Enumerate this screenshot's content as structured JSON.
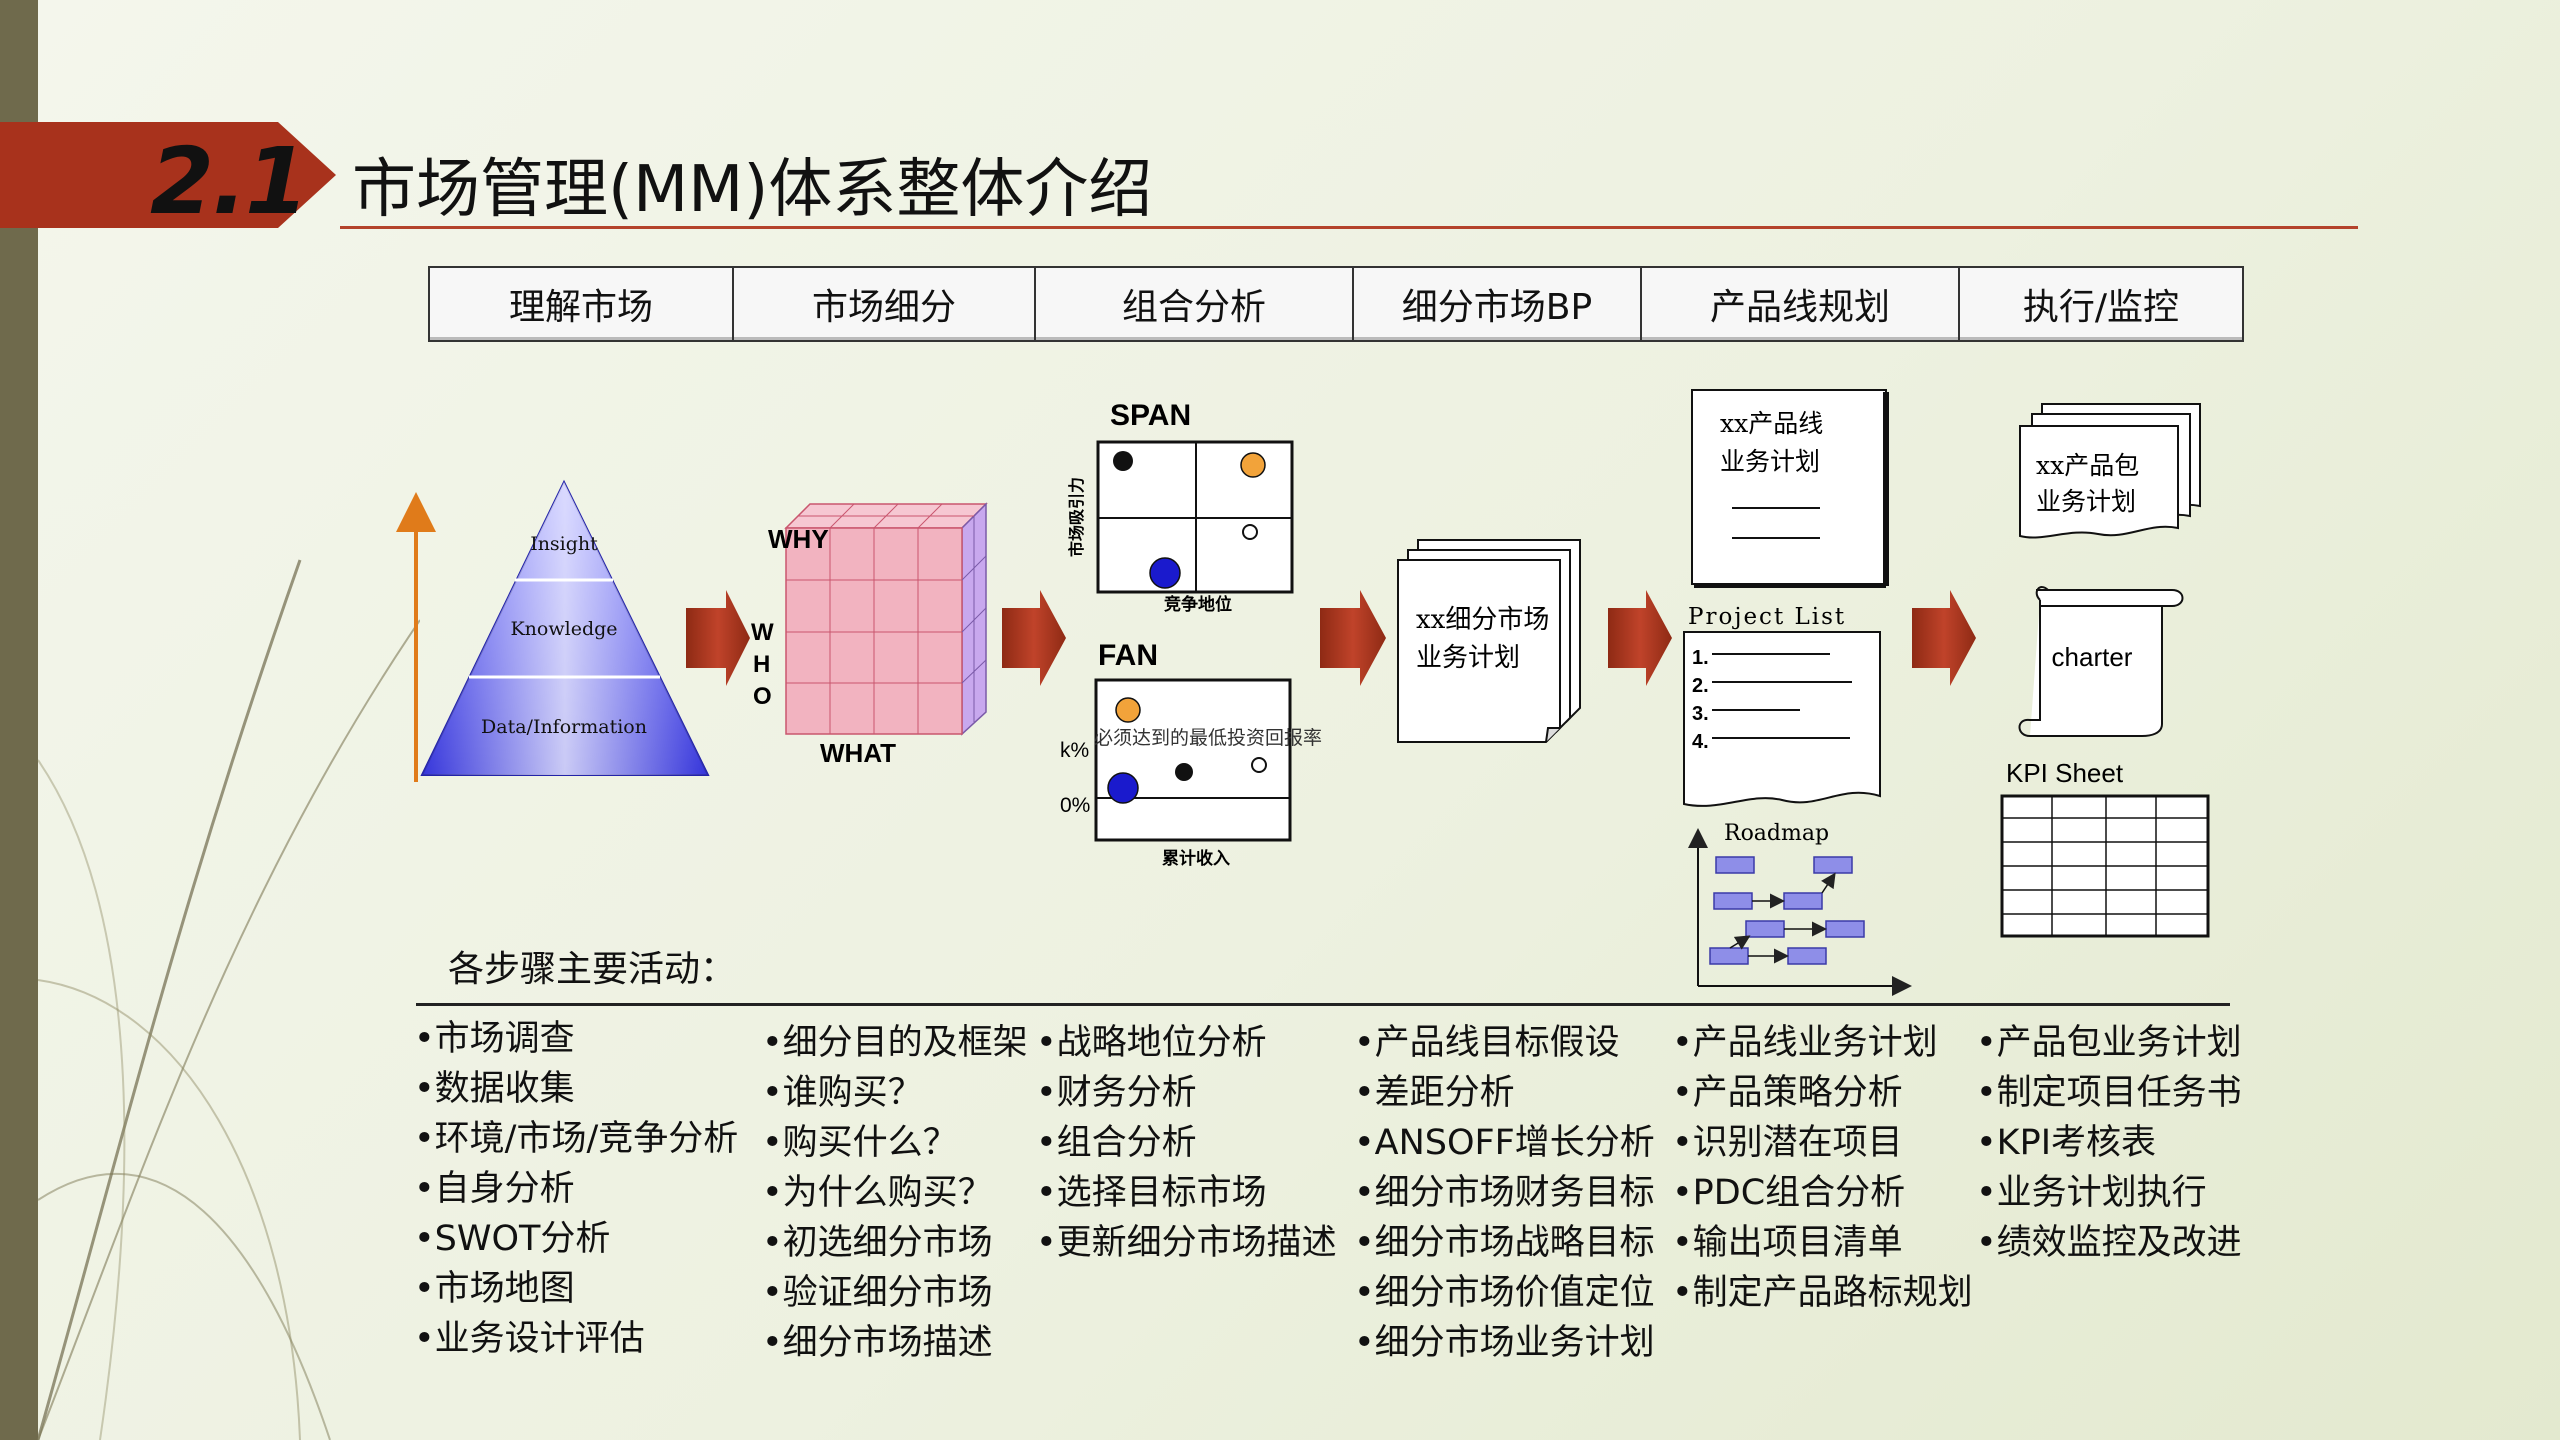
{
  "header": {
    "section_number": "2.1",
    "title": "市场管理(MM)体系整体介绍"
  },
  "steps": [
    "理解市场",
    "市场细分",
    "组合分析",
    "细分市场BP",
    "产品线规划",
    "执行/监控"
  ],
  "pyramid": {
    "levels": [
      "Insight",
      "Knowledge",
      "Data/Information"
    ]
  },
  "cube": {
    "why": "WHY",
    "who": [
      "W",
      "H",
      "O"
    ],
    "what": "WHAT"
  },
  "span": {
    "title": "SPAN",
    "y_label": "市场吸引力",
    "x_label": "竞争地位"
  },
  "fan": {
    "title": "FAN",
    "y_tick_top": "k%",
    "y_tick_bottom": "0%",
    "annotation": "必须达到的最低投资回报率",
    "x_label": "累计收入"
  },
  "segment_bp": {
    "line1": "xx细分市场",
    "line2": "业务计划"
  },
  "product_line": {
    "plan_line1": "xx产品线",
    "plan_line2": "业务计划",
    "project_list_title": "Project List",
    "project_items": [
      "1.",
      "2.",
      "3.",
      "4."
    ],
    "roadmap_title": "Roadmap"
  },
  "execution": {
    "package_line1": "xx产品包",
    "package_line2": "业务计划",
    "charter": "charter",
    "kpi_title": "KPI Sheet"
  },
  "activities": {
    "title": "各步骤主要活动：",
    "columns": [
      [
        "市场调查",
        "数据收集",
        "环境/市场/竞争分析",
        "自身分析",
        "SWOT分析",
        "市场地图",
        "业务设计评估"
      ],
      [
        "细分目的及框架",
        "谁购买？",
        "购买什么？",
        "为什么购买？",
        "初选细分市场",
        "验证细分市场",
        "细分市场描述"
      ],
      [
        "战略地位分析",
        "财务分析",
        "组合分析",
        "选择目标市场",
        "更新细分市场描述"
      ],
      [
        "产品线目标假设",
        "差距分析",
        "ANSOFF增长分析",
        "细分市场财务目标",
        "细分市场战略目标",
        "细分市场价值定位",
        "细分市场业务计划"
      ],
      [
        "产品线业务计划",
        "产品策略分析",
        "识别潜在项目",
        "PDC组合分析",
        "输出项目清单",
        "制定产品路标规划"
      ],
      [
        "产品包业务计划",
        "制定项目任务书",
        "KPI考核表",
        "业务计划执行",
        "绩效监控及改进"
      ]
    ]
  },
  "colors": {
    "accent": "#a8321c",
    "arrow": "#a8321c",
    "pyramid": "#3a3ae0",
    "cube": "#f2b3c0"
  }
}
